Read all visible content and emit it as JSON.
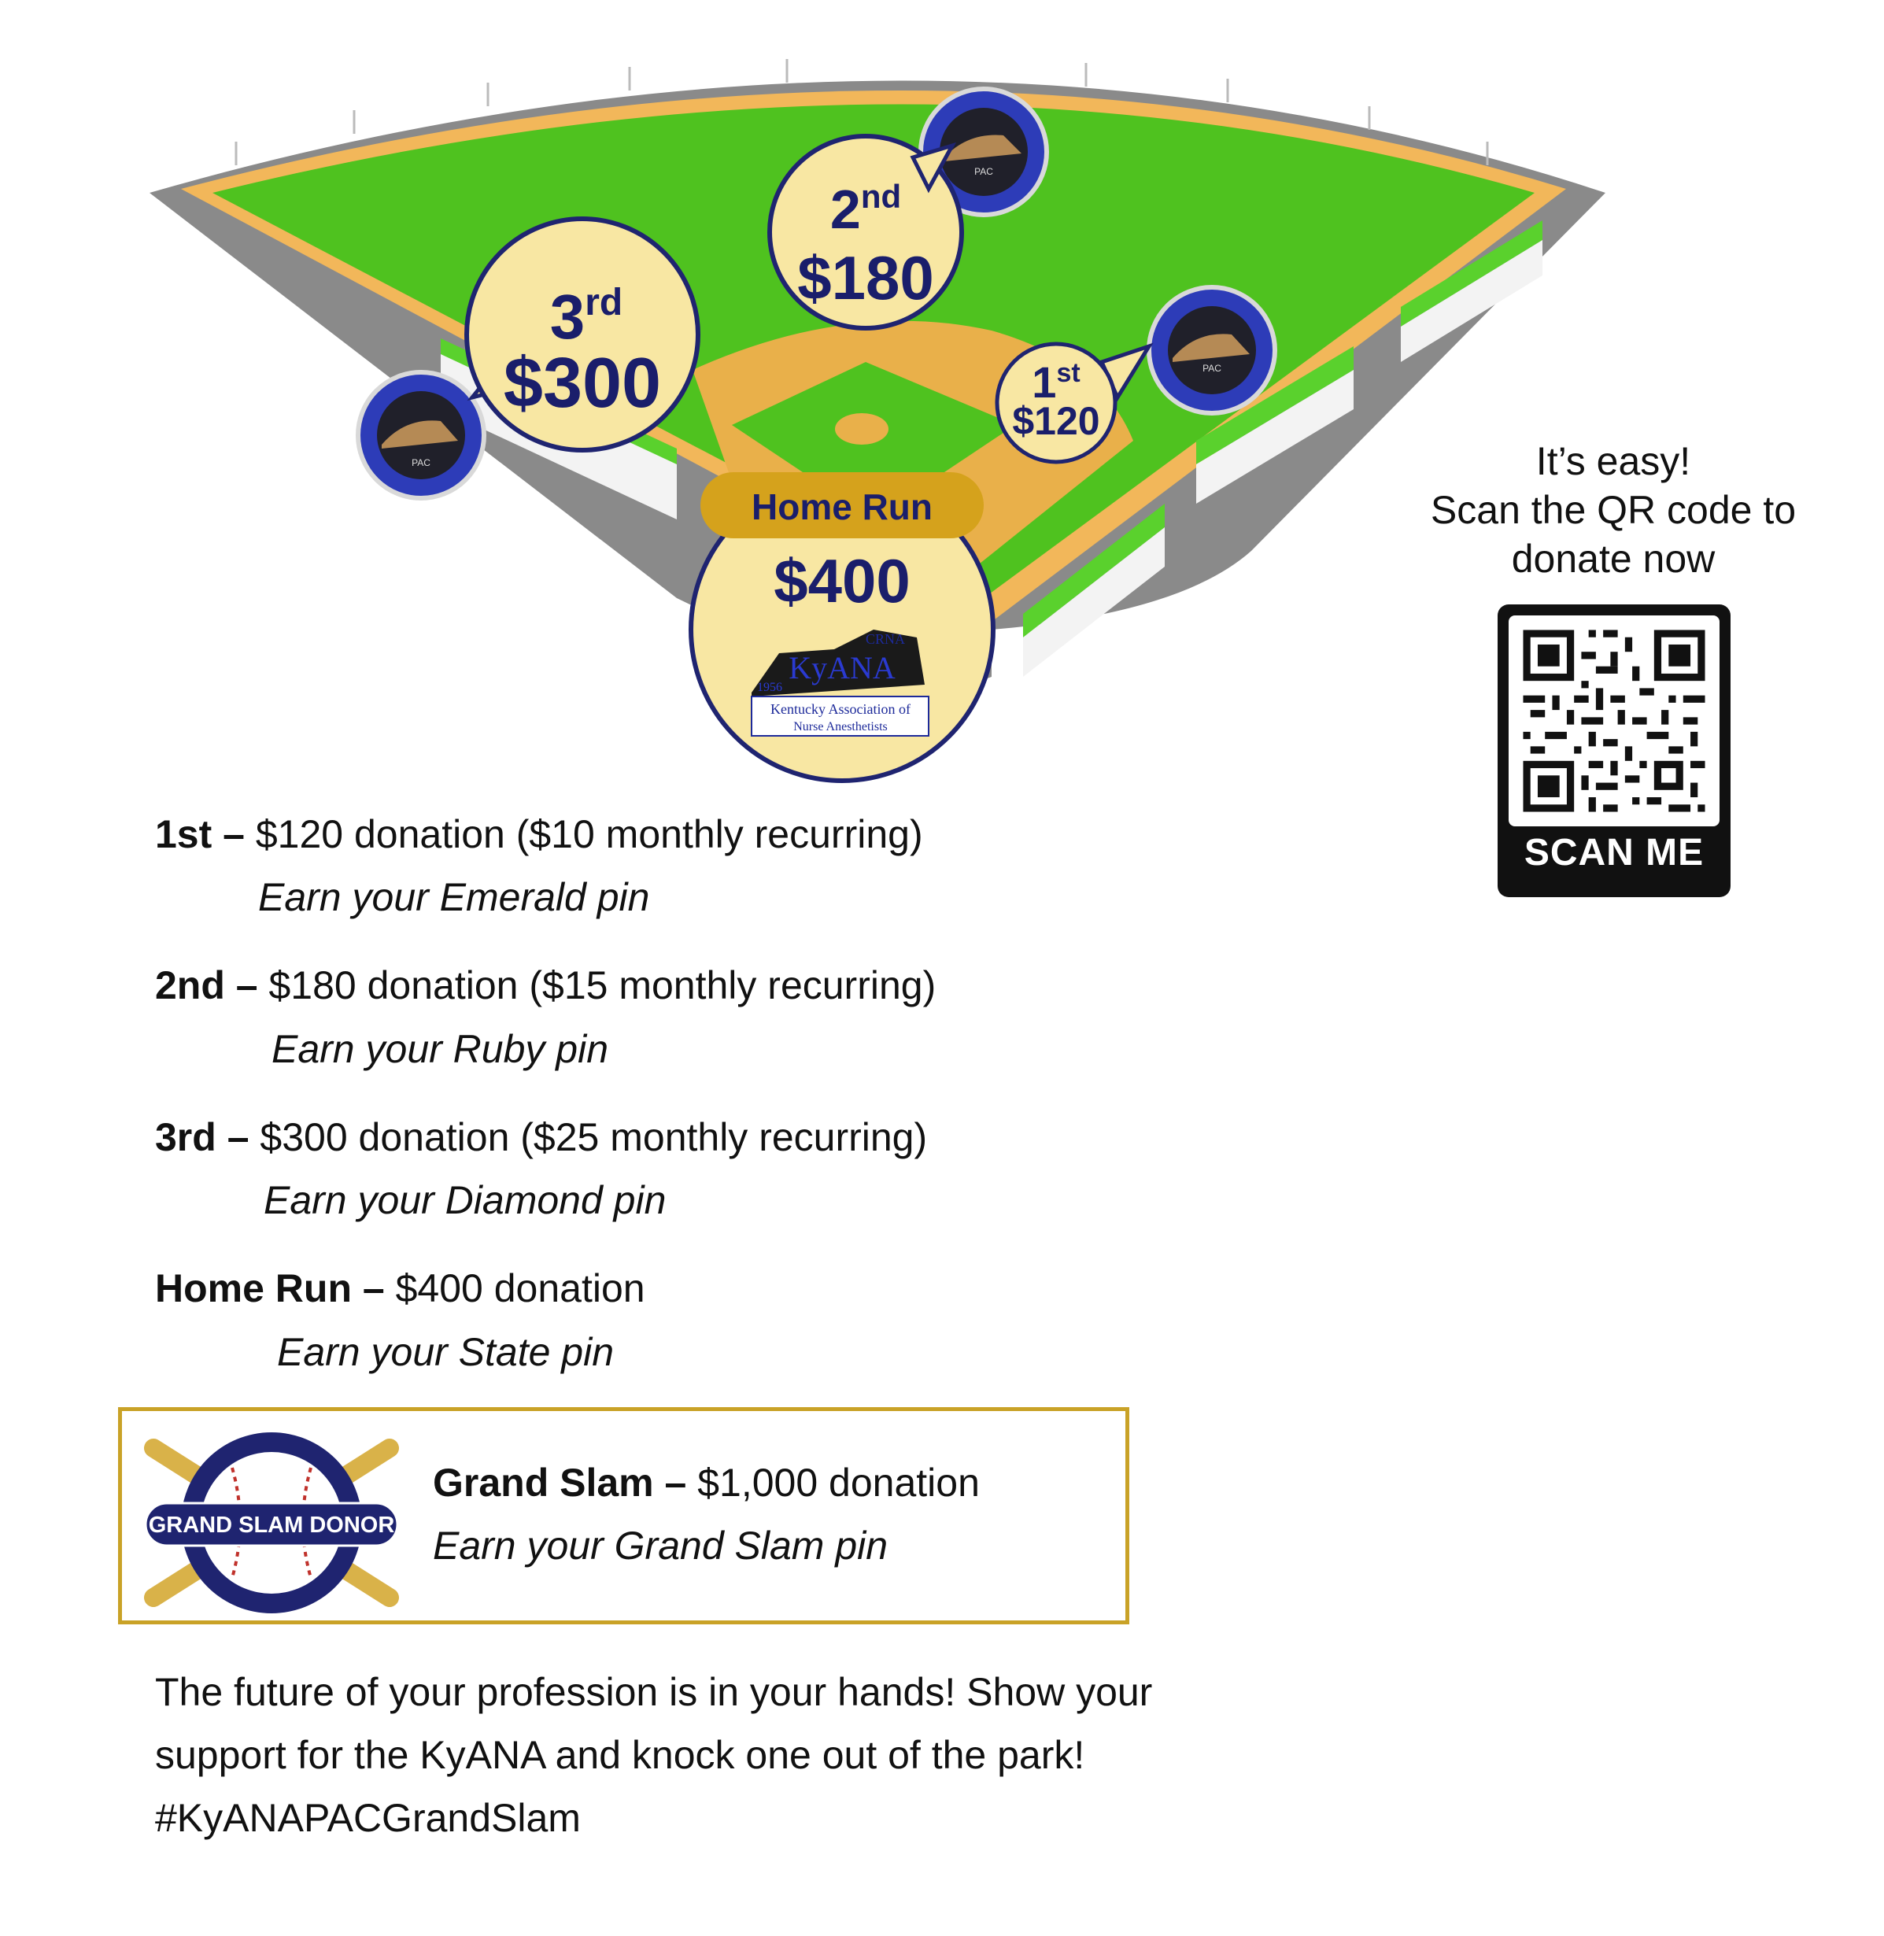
{
  "field": {
    "pins": {
      "third": {
        "ordinal": "3",
        "suffix": "rd",
        "amount": "$300"
      },
      "second": {
        "ordinal": "2",
        "suffix": "nd",
        "amount": "$180"
      },
      "first": {
        "ordinal": "1",
        "suffix": "st",
        "amount": "$120"
      },
      "home_run": {
        "label": "Home Run",
        "amount": "$400"
      }
    },
    "state_logo": {
      "crna": "CRNA",
      "name": "KyANA",
      "year": "1956",
      "line1": "Kentucky Association of",
      "line2": "Nurse Anesthetists"
    },
    "pac_seal_text": "PAC"
  },
  "tiers": [
    {
      "label": "1st",
      "dash": " – ",
      "text": "$120 donation ($10 monthly recurring)",
      "earn": "Earn your Emerald pin"
    },
    {
      "label": "2nd",
      "dash": " – ",
      "text": "$180 donation ($15 monthly recurring)",
      "earn": "Earn your Ruby pin"
    },
    {
      "label": "3rd",
      "dash": " – ",
      "text": "$300 donation ($25 monthly recurring)",
      "earn": "Earn your Diamond pin"
    },
    {
      "label": "Home Run",
      "dash": " – ",
      "text": "$400 donation",
      "earn": "Earn your State pin"
    }
  ],
  "grand_slam": {
    "label": "Grand Slam",
    "dash": " – ",
    "text": "$1,000 donation",
    "earn": "Earn your Grand Slam pin",
    "badge_text": "GRAND SLAM DONOR"
  },
  "footer": {
    "line1": "The future of your profession is in your hands! Show your",
    "line2": "support for the KyANA and knock one out of the park!",
    "hashtag": "#KyANAPACGrandSlam"
  },
  "qr": {
    "line1": "It’s easy!",
    "line2": "Scan the QR code to",
    "line3": "donate now",
    "scan_label": "SCAN ME"
  },
  "colors": {
    "grass": "#4fc21f",
    "dirt": "#e9b04a",
    "pin_fill": "#f8e7a3",
    "pin_border": "#1f2470",
    "gold": "#c9a227",
    "navy": "#1a1e6b"
  }
}
